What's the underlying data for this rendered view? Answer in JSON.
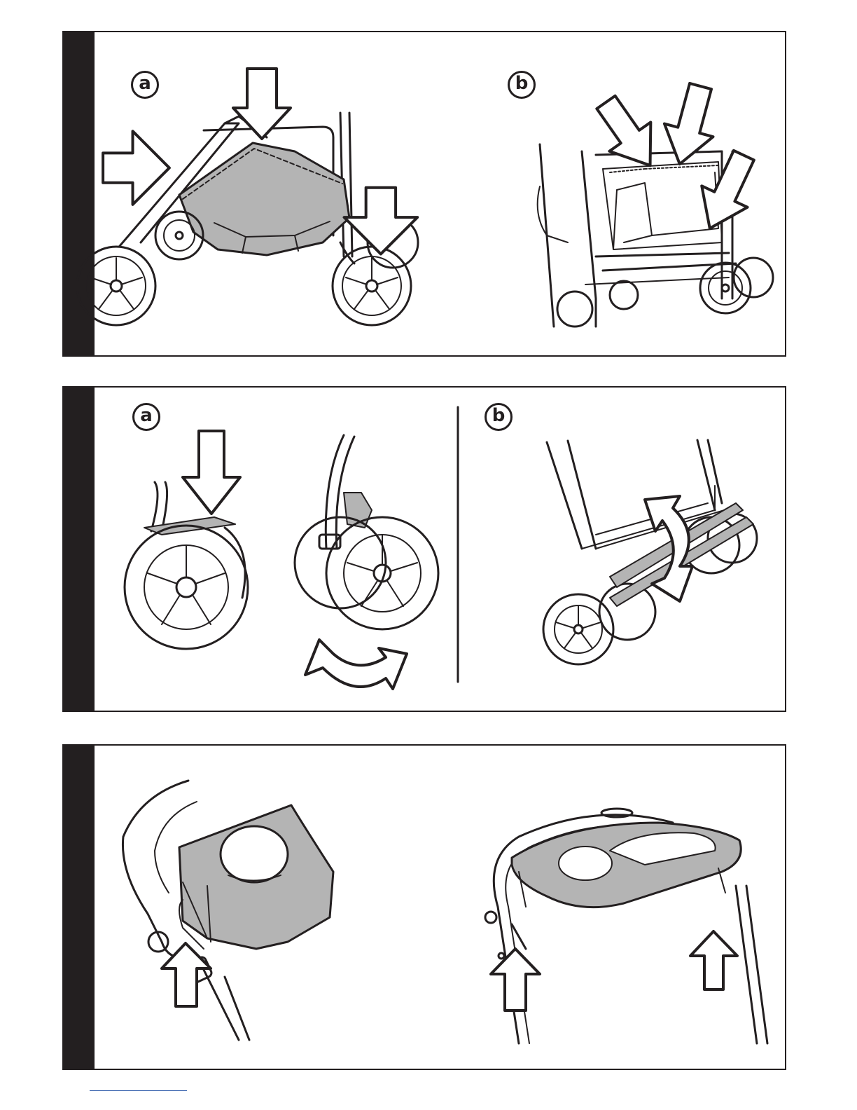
{
  "panels": [
    {
      "steps": [
        {
          "label": "a"
        },
        {
          "label": "b"
        }
      ]
    },
    {
      "steps": [
        {
          "label": "a"
        },
        {
          "label": "b"
        }
      ]
    },
    {
      "steps": []
    }
  ],
  "colors": {
    "ink": "#231f20",
    "fill_gray": "#b4b4b4",
    "paper": "#ffffff",
    "footer_link": "#1d4ea3"
  },
  "icons": [
    "arrow-down-icon",
    "arrow-diagonal-icon",
    "arrow-up-icon",
    "rotate-arrow-icon"
  ]
}
